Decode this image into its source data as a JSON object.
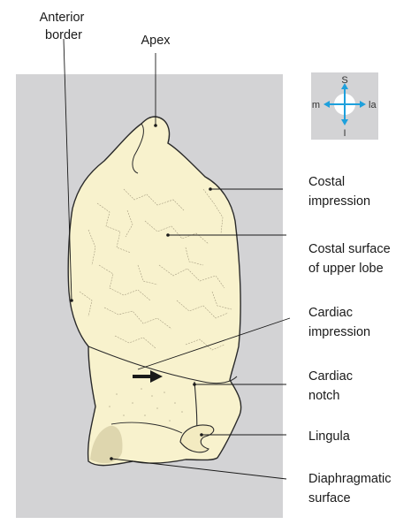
{
  "labels": {
    "anterior_border": [
      "Anterior",
      "border"
    ],
    "apex": [
      "Apex"
    ],
    "costal_impression": [
      "Costal",
      "impression"
    ],
    "costal_surface": [
      "Costal surface",
      "of upper lobe"
    ],
    "cardiac_impression": [
      "Cardiac",
      "impression"
    ],
    "cardiac_notch": [
      "Cardiac",
      "notch"
    ],
    "lingula": [
      "Lingula"
    ],
    "diaphragmatic_surface": [
      "Diaphragmatic",
      "surface"
    ]
  },
  "compass": {
    "superior": "S",
    "inferior": "I",
    "medial": "m",
    "lateral": "la"
  },
  "colors": {
    "background_panel": "#d3d3d5",
    "lung_fill": "#f8f2cd",
    "lung_outline": "#2a2a2a",
    "compass_arrow": "#1ea0dc",
    "compass_panel": "#d3d3d5"
  }
}
